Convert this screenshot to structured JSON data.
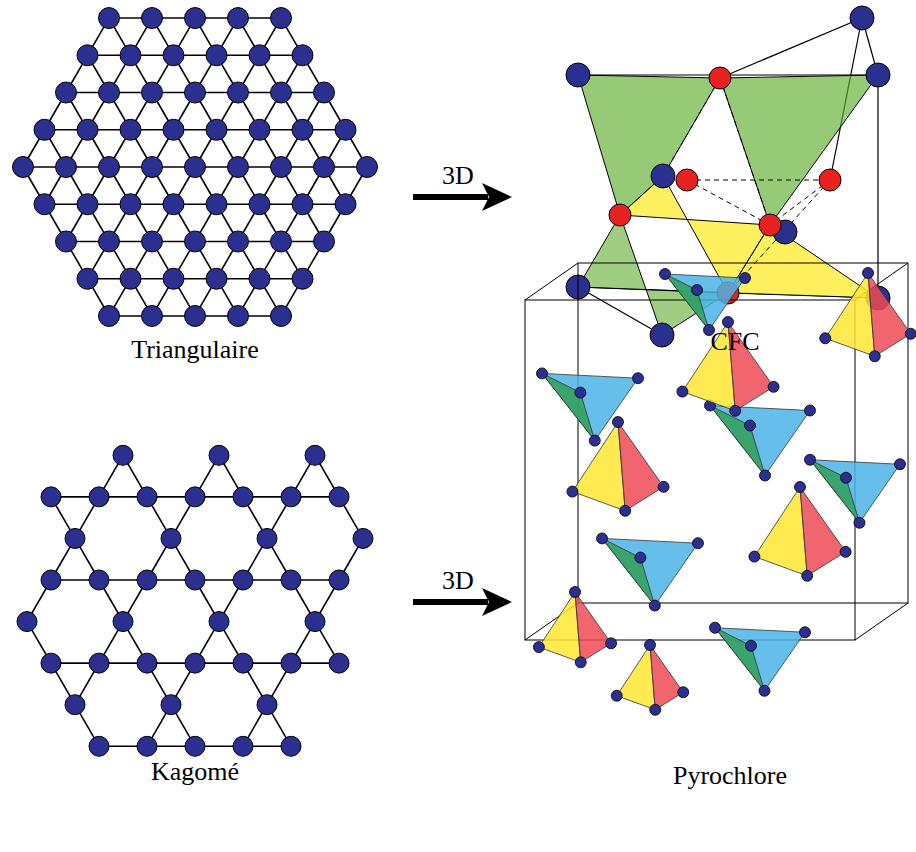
{
  "diagram": {
    "labels": [
      "3D",
      "Triangulaire",
      "CFC",
      "3D",
      "Kagomé",
      "Pyrochlore"
    ]
  }
}
